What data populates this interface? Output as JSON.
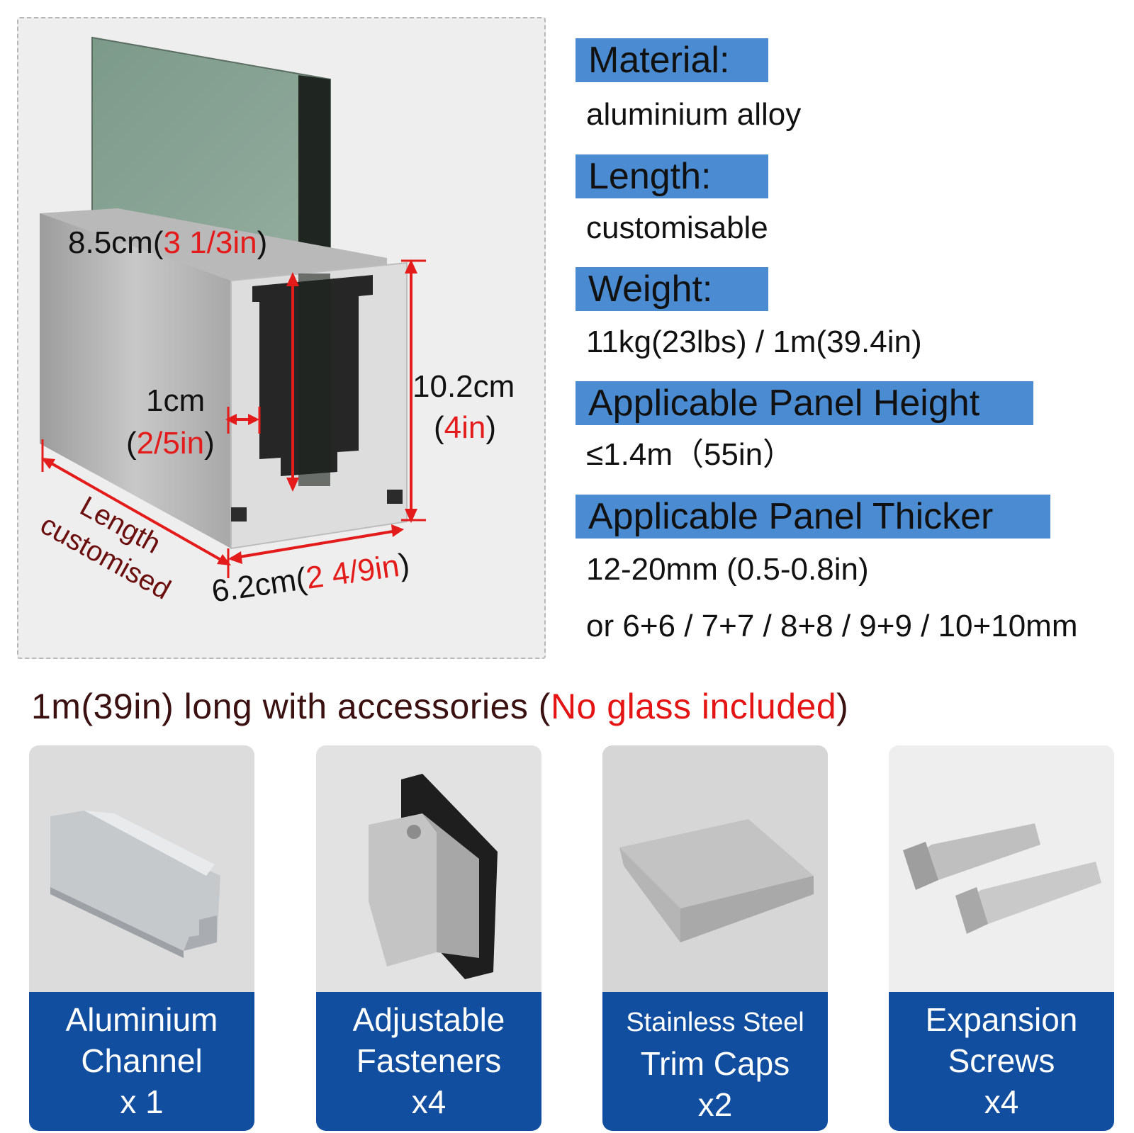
{
  "diagram": {
    "dim_width_top": {
      "value": "8.5cm(",
      "imperial": "3 1/3in",
      "close": ")"
    },
    "dim_gap": {
      "value": "1cm",
      "open": "(",
      "imperial": "2/5in",
      "close": ")"
    },
    "dim_height": {
      "value": "10.2cm",
      "open": "(",
      "imperial": "4in",
      "close": ")"
    },
    "dim_width_bottom": {
      "value": "6.2cm(",
      "imperial": "2 4/9in",
      "close": ")"
    },
    "length_label": [
      "Length",
      "customised"
    ]
  },
  "specs": [
    {
      "label": "Material:",
      "values": [
        "aluminium alloy"
      ]
    },
    {
      "label": "Length:",
      "values": [
        "customisable"
      ]
    },
    {
      "label": "Weight:",
      "values": [
        "11kg(23lbs) / 1m(39.4in)"
      ]
    },
    {
      "label": "Applicable Panel Height",
      "values": [
        "≤1.4m（55in）"
      ]
    },
    {
      "label": "Applicable Panel Thicker",
      "values": [
        "12-20mm (0.5-0.8in)",
        "or 6+6 / 7+7 / 8+8 / 9+9 / 10+10mm"
      ]
    }
  ],
  "headline": {
    "text": "1m(39in) long with accessories (",
    "highlight": "No glass included",
    "close": ")"
  },
  "accessories": [
    {
      "lines": [
        "Aluminium",
        "Channel",
        "x 1"
      ]
    },
    {
      "lines": [
        "Adjustable",
        "Fasteners",
        "x4"
      ]
    },
    {
      "lines": [
        "Stainless Steel",
        "Trim Caps",
        "x2"
      ]
    },
    {
      "lines": [
        "Expansion",
        "Screws",
        "x4"
      ]
    }
  ],
  "colors": {
    "label_bg": "#4a8bd1",
    "caption_bg": "#124ea0",
    "accent_red": "#e41b1b"
  }
}
